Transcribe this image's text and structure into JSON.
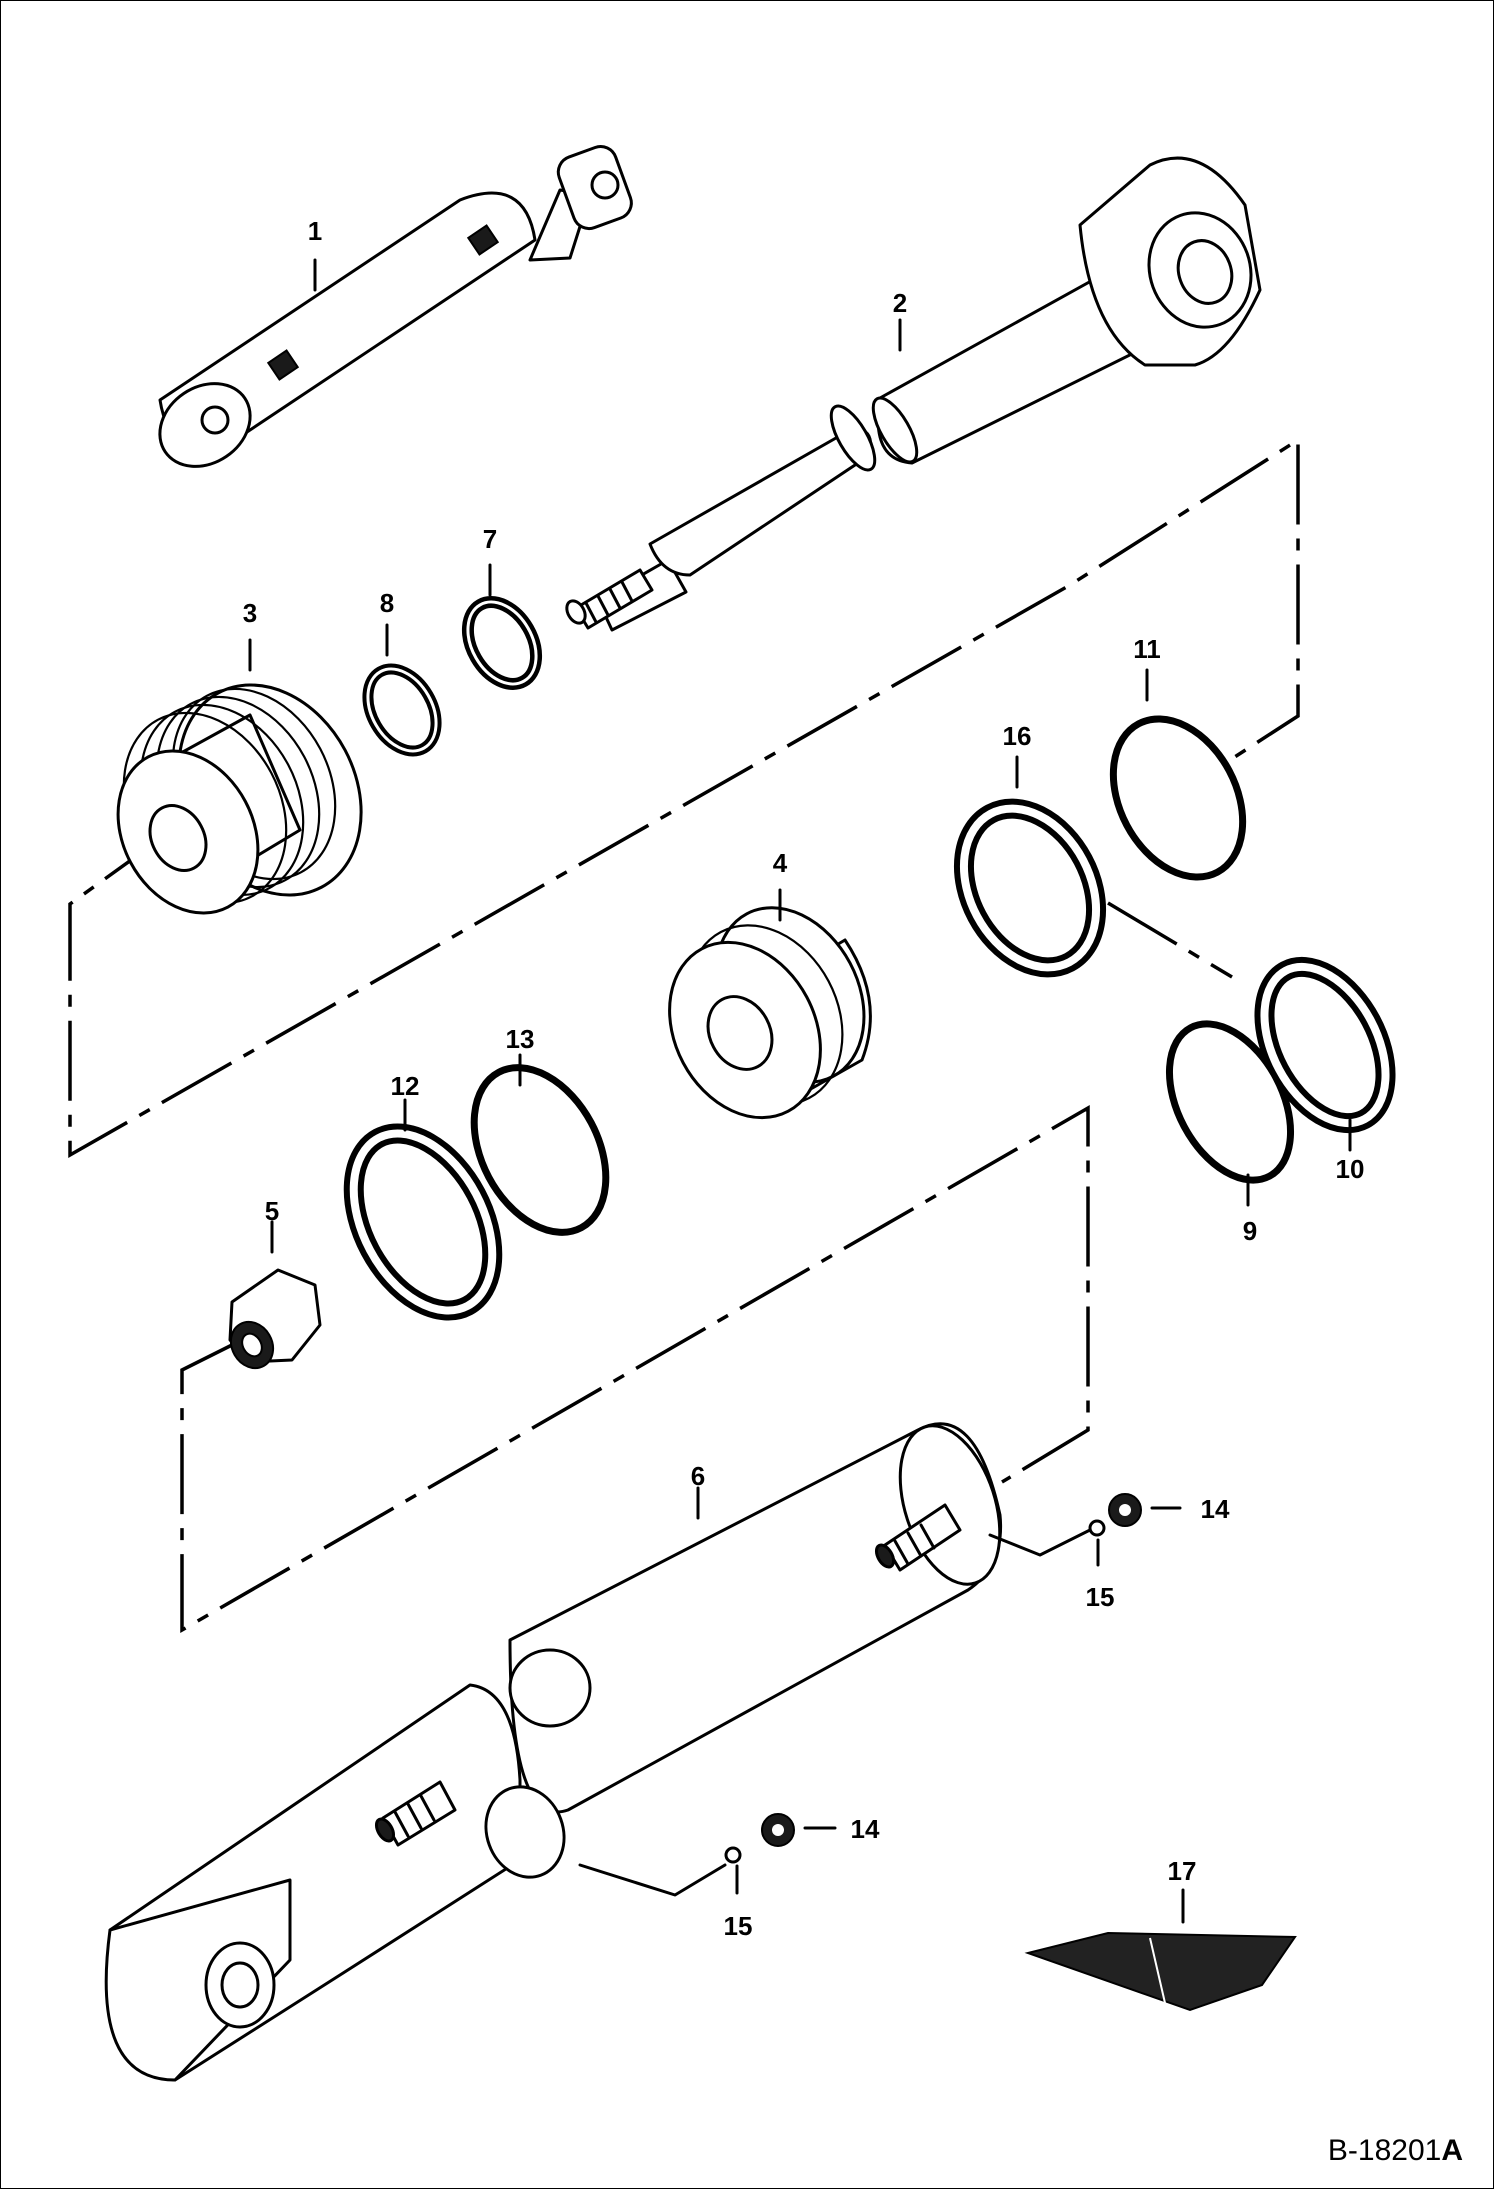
{
  "title": "",
  "reference": {
    "code": "B-18201",
    "suffix": "A"
  },
  "callouts": [
    {
      "num": "1",
      "part": "rod-end-assembly"
    },
    {
      "num": "2",
      "part": "rod"
    },
    {
      "num": "3",
      "part": "head"
    },
    {
      "num": "4",
      "part": "piston"
    },
    {
      "num": "5",
      "part": "nut"
    },
    {
      "num": "6",
      "part": "barrel"
    },
    {
      "num": "7",
      "part": "wiper-seal"
    },
    {
      "num": "8",
      "part": "rod-seal"
    },
    {
      "num": "9",
      "part": "o-ring"
    },
    {
      "num": "10",
      "part": "backup-ring"
    },
    {
      "num": "11",
      "part": "o-ring"
    },
    {
      "num": "12",
      "part": "piston-seal"
    },
    {
      "num": "13",
      "part": "o-ring"
    },
    {
      "num": "14",
      "part": "cap"
    },
    {
      "num": "15",
      "part": "washer"
    },
    {
      "num": "14",
      "part": "cap"
    },
    {
      "num": "15",
      "part": "washer"
    },
    {
      "num": "16",
      "part": "backup-ring"
    },
    {
      "num": "17",
      "part": "decal"
    }
  ]
}
